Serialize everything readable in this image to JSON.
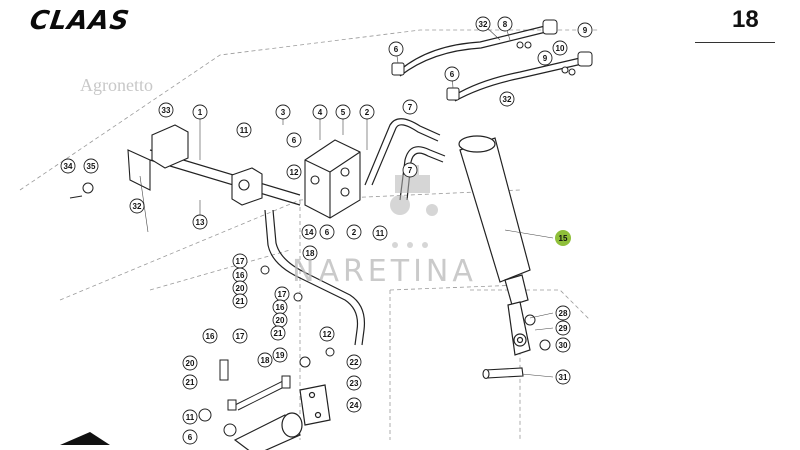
{
  "header": {
    "brand": "CLAAS",
    "page_number": "18"
  },
  "watermarks": {
    "top": "Agronetto",
    "main": "NARETINA"
  },
  "highlight_color": "#8fbf3a",
  "callouts": [
    {
      "id": "c32a",
      "label": "32"
    },
    {
      "id": "c8",
      "label": "8"
    },
    {
      "id": "c10",
      "label": "10"
    },
    {
      "id": "c9",
      "label": "9"
    },
    {
      "id": "c9b",
      "label": "9"
    },
    {
      "id": "c6a",
      "label": "6"
    },
    {
      "id": "c6b",
      "label": "6"
    },
    {
      "id": "c32b",
      "label": "32"
    },
    {
      "id": "c33",
      "label": "33"
    },
    {
      "id": "c1",
      "label": "1"
    },
    {
      "id": "c3",
      "label": "3"
    },
    {
      "id": "c4",
      "label": "4"
    },
    {
      "id": "c5",
      "label": "5"
    },
    {
      "id": "c2",
      "label": "2"
    },
    {
      "id": "c7a",
      "label": "7"
    },
    {
      "id": "c7b",
      "label": "7"
    },
    {
      "id": "c11a",
      "label": "11"
    },
    {
      "id": "c6c",
      "label": "6"
    },
    {
      "id": "c12a",
      "label": "12"
    },
    {
      "id": "c34",
      "label": "34"
    },
    {
      "id": "c35",
      "label": "35"
    },
    {
      "id": "c32c",
      "label": "32"
    },
    {
      "id": "c13",
      "label": "13"
    },
    {
      "id": "c14",
      "label": "14"
    },
    {
      "id": "c6d",
      "label": "6"
    },
    {
      "id": "c2b",
      "label": "2"
    },
    {
      "id": "c11b",
      "label": "11"
    },
    {
      "id": "c15",
      "label": "15"
    },
    {
      "id": "c17a",
      "label": "17"
    },
    {
      "id": "c16a",
      "label": "16"
    },
    {
      "id": "c20a",
      "label": "20"
    },
    {
      "id": "c21a",
      "label": "21"
    },
    {
      "id": "c18a",
      "label": "18"
    },
    {
      "id": "c17b",
      "label": "17"
    },
    {
      "id": "c16b",
      "label": "16"
    },
    {
      "id": "c20b",
      "label": "20"
    },
    {
      "id": "c21b",
      "label": "21"
    },
    {
      "id": "c12b",
      "label": "12"
    },
    {
      "id": "c28",
      "label": "28"
    },
    {
      "id": "c29",
      "label": "29"
    },
    {
      "id": "c30",
      "label": "30"
    },
    {
      "id": "c31",
      "label": "31"
    },
    {
      "id": "c16c",
      "label": "16"
    },
    {
      "id": "c17c",
      "label": "17"
    },
    {
      "id": "c20c",
      "label": "20"
    },
    {
      "id": "c21c",
      "label": "21"
    },
    {
      "id": "c18b",
      "label": "18"
    },
    {
      "id": "c19",
      "label": "19"
    },
    {
      "id": "c22",
      "label": "22"
    },
    {
      "id": "c23",
      "label": "23"
    },
    {
      "id": "c24",
      "label": "24"
    },
    {
      "id": "c11c",
      "label": "11"
    },
    {
      "id": "c6e",
      "label": "6"
    }
  ]
}
